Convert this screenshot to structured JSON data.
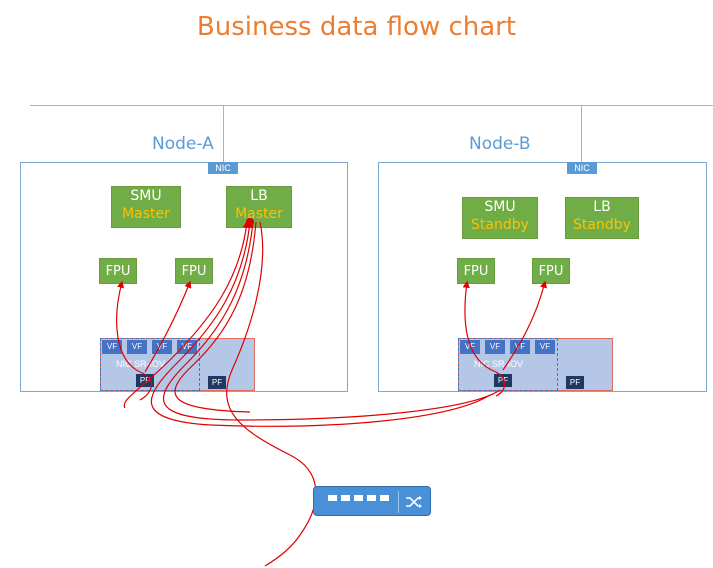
{
  "title": "Business data flow chart",
  "colors": {
    "title": "#ED7D31",
    "line": "#9BB7D6",
    "node_label": "#5B9BD5",
    "node_border": "#7FA7D4",
    "green_box": "#70AD47",
    "role_text": "#FFC000",
    "nic": "#5B9BD5",
    "sriov_fill": "#B4C7E7",
    "sriov_border": "#E06C5F",
    "vf": "#4472C4",
    "pf": "#1F3864",
    "flow": "#E00000",
    "switch": "#4A90D9"
  },
  "nodes": [
    {
      "label": "Node-A",
      "nic": "NIC",
      "smu": {
        "name": "SMU",
        "role": "Master"
      },
      "lb": {
        "name": "LB",
        "role": "Master"
      },
      "fpus": [
        "FPU",
        "FPU"
      ],
      "sriov": {
        "label": "NIC SR-IOV",
        "vfs": [
          "VF",
          "VF",
          "VF",
          "VF"
        ],
        "pf_inner": "PF",
        "pf_outer": "PF"
      }
    },
    {
      "label": "Node-B",
      "nic": "NIC",
      "smu": {
        "name": "SMU",
        "role": "Standby"
      },
      "lb": {
        "name": "LB",
        "role": "Standby"
      },
      "fpus": [
        "FPU",
        "FPU"
      ],
      "sriov": {
        "label": "NIC SR-IOV",
        "vfs": [
          "VF",
          "VF",
          "VF",
          "VF"
        ],
        "pf_inner": "PF",
        "pf_outer": "PF"
      }
    }
  ],
  "switch": {
    "icon": "network-switch-icon"
  }
}
